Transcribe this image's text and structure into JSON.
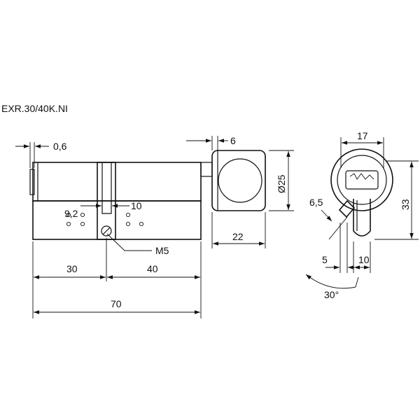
{
  "title": "EXR.30/40K.NI",
  "dimensions": {
    "offset": "0,6",
    "knob_width": "6",
    "knob_diameter": "Ø25",
    "knob_length": "22",
    "cam_a": "9,2",
    "cam_b": "10",
    "screw": "M5",
    "left_length": "30",
    "right_length": "40",
    "total_length": "70",
    "profile_width": "17",
    "profile_height": "33",
    "cam_radius": "6,5",
    "cam_offset": "5",
    "cam_width": "10",
    "angle": "30°"
  }
}
